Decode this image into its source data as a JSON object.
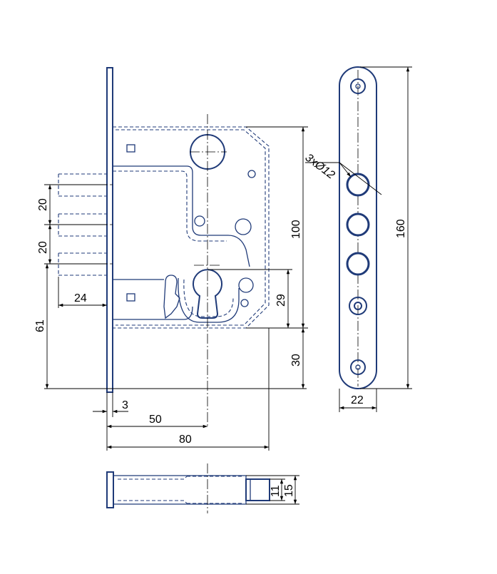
{
  "colors": {
    "outline": "#1f3a78",
    "dimension": "#000000",
    "background": "#ffffff"
  },
  "dimensions": {
    "bolt_spacing_upper": "20",
    "bolt_spacing_lower": "20",
    "bolt_height": "61",
    "bolt_throw": "24",
    "body_height": "100",
    "cylinder_offset": "29",
    "bottom_margin": "30",
    "faceplate_thickness": "3",
    "backset": "50",
    "case_depth": "80",
    "holes_label": "3xØ12",
    "faceplate_length": "160",
    "faceplate_width": "22",
    "section_inner": "11",
    "section_outer": "15"
  }
}
